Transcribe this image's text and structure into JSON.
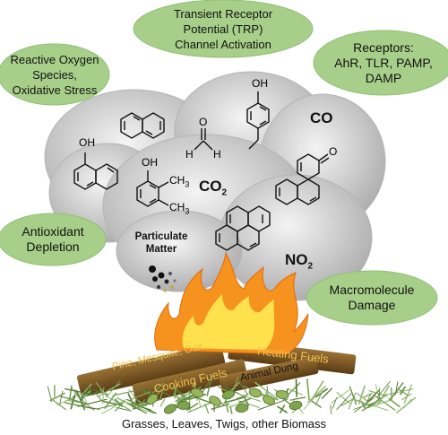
{
  "bubbles": {
    "trp": "Transient Receptor\nPotential (TRP)\nChannel Activation",
    "ros": "Reactive Oxygen\nSpecies,\nOxidative Stress",
    "receptors": "Receptors:\nAhR, TLR, PAMP,\nDAMP",
    "antioxidant": "Antioxidant\nDepletion",
    "macromolecule": "Macromolecule\nDamage"
  },
  "gases": {
    "co": "CO",
    "co2_base": "CO",
    "co2_sub": "2",
    "no2_base": "NO",
    "no2_sub": "2"
  },
  "particulate": "Particulate\nMatter",
  "structure_labels": {
    "oh1": "OH",
    "oh2": "OH",
    "oh3": "OH",
    "ch3_a": "CH",
    "ch3_a_sub": "3",
    "ch3_b": "CH",
    "ch3_b_sub": "3",
    "h1": "H",
    "h2": "H",
    "o_formaldehyde": "O",
    "o_ketone": "O"
  },
  "fuels": {
    "pine": "Pine, Mesquite, Oak",
    "cooking": "Cooking Fuels",
    "heating": "Heating Fuels",
    "dung": "Animal Dung"
  },
  "biomass_label": "Grasses, Leaves, Twigs, other Biomass",
  "colors": {
    "bubble_fill": "#a8cf8a",
    "smoke_fill": "#d0d0d0",
    "flame_outer": "#f6921e",
    "flame_inner": "#ffe14d",
    "log_fill": "#6b4a1c",
    "log_text": "#f2c14e"
  }
}
